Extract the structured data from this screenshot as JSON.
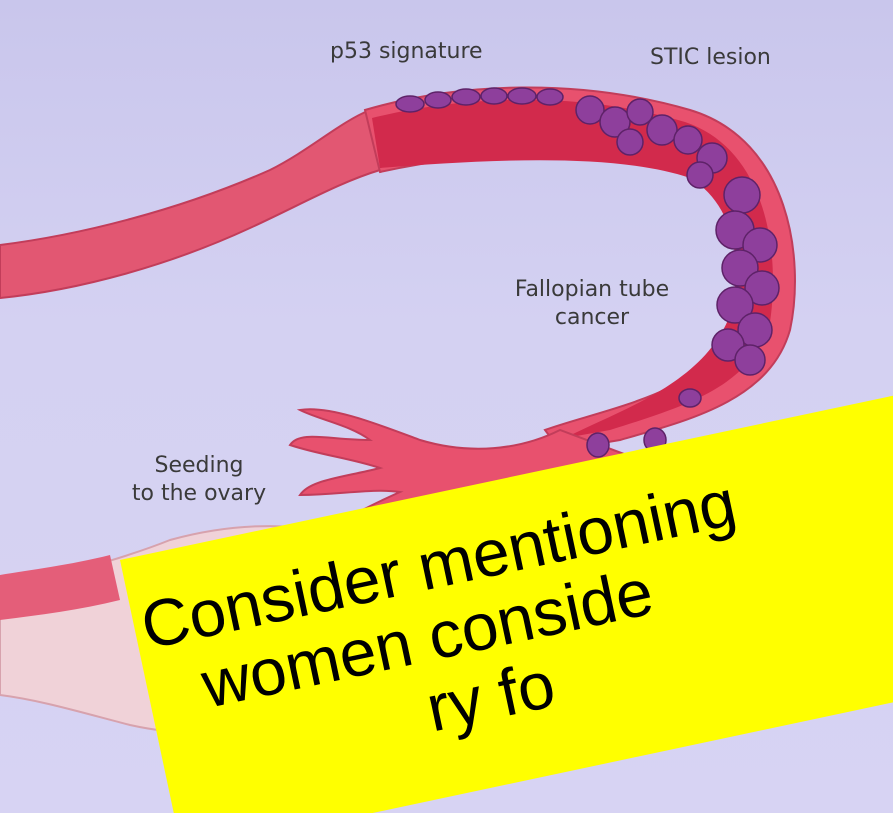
{
  "labels": {
    "p53_signature": "p53 signature",
    "stic_lesion": "STIC lesion",
    "fallopian_tube_cancer": [
      "Fallopian tube",
      "cancer"
    ],
    "seeding": [
      "Seeding",
      "to the ovary"
    ]
  },
  "overlay": {
    "lines": [
      "Consider mentioning",
      "women conside",
      "ry fo"
    ]
  },
  "colors": {
    "background": "#cfcbef",
    "tube": "#e8516e",
    "tube_lumen": "#d22a4c",
    "cancer_cells": "#8e3f9c",
    "ovary": "#f0d2d8",
    "banner": "#ffff00"
  }
}
